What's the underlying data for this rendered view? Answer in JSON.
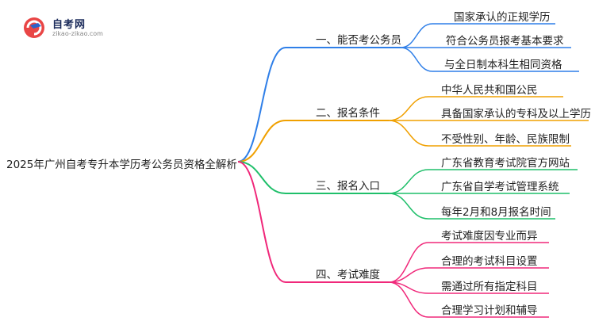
{
  "logo": {
    "title": "自考网",
    "subtitle": "zikao-zikao.com"
  },
  "root": "2025年广州自考专升本学历考公务员资格全解析",
  "colors": {
    "blue": "#2f7fe8",
    "orange": "#f0a000",
    "green": "#1fbf6a",
    "pink": "#f0287a"
  },
  "branches": [
    {
      "label": "一、能否考公务员",
      "leaves": [
        "国家承认的正规学历",
        "符合公务员报考基本要求",
        "与全日制本科生相同资格"
      ]
    },
    {
      "label": "二、报名条件",
      "leaves": [
        "中华人民共和国公民",
        "具备国家承认的专科及以上学历",
        "不受性别、年龄、民族限制"
      ]
    },
    {
      "label": "三、报名入口",
      "leaves": [
        "广东省教育考试院官方网站",
        "广东省自学考试管理系统",
        "每年2月和8月报名时间"
      ]
    },
    {
      "label": "四、考试难度",
      "leaves": [
        "考试难度因专业而异",
        "合理的考试科目设置",
        "需通过所有指定科目",
        "合理学习计划和辅导"
      ]
    }
  ]
}
